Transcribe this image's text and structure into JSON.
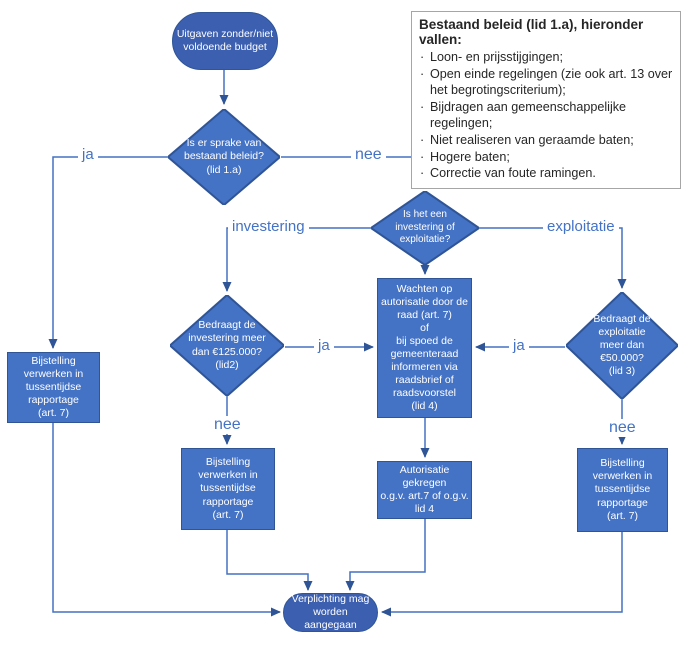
{
  "colors": {
    "shape_fill": "#4472C4",
    "shape_border": "#2F5597",
    "terminator_fill": "#3C5FB0",
    "line": "#4472C4",
    "arrowhead": "#2F5597",
    "edge_label_text": "#4472C4",
    "info_box_border": "#A6A6A6",
    "node_text": "#FFFFFF"
  },
  "info_box": {
    "title": "Bestaand beleid (lid 1.a), hieronder vallen:",
    "items": [
      "Loon- en prijsstijgingen;",
      "Open einde regelingen (zie ook art. 13 over het begrotingscriterium);",
      "Bijdragen aan gemeenschappelijke regelingen;",
      "Niet realiseren van geraamde baten;",
      "Hogere baten;",
      "Correctie van foute ramingen."
    ]
  },
  "nodes": {
    "start": {
      "label": "Uitgaven zonder/niet\nvoldoende budget"
    },
    "check_bestaand_beleid": {
      "label": "Is er sprake van\nbestaand beleid?\n(lid 1.a)"
    },
    "check_invest_of_exploit": {
      "label": "Is het een\ninvestering of\nexploitatie?"
    },
    "check_investering": {
      "label": "Bedraagt de\ninvestering meer\ndan €125.000?\n(lid2)"
    },
    "check_exploitatie": {
      "label": "Bedraagt de\nexploitatie\nmeer  dan\n€50.000?\n(lid 3)"
    },
    "wachten_autorisatie": {
      "label": "Wachten op\nautorisatie door de\nraad (art. 7)\nof\nbij spoed de\ngemeenteraad\ninformeren via\nraadsbrief of\nraadsvoorstel\n(lid 4)"
    },
    "bijstelling_links": {
      "label": "Bijstelling\nverwerken in\ntussentijdse\nrapportage\n(art. 7)"
    },
    "bijstelling_midden": {
      "label": "Bijstelling\nverwerken in\ntussentijdse\nrapportage\n(art. 7)"
    },
    "autorisatie_gekregen": {
      "label": "Autorisatie\ngekregen\no.g.v.  art.7 of o.g.v.\nlid 4"
    },
    "bijstelling_rechts": {
      "label": "Bijstelling\nverwerken in\ntussentijdse\nrapportage\n(art. 7)"
    },
    "einde": {
      "label": "Verplichting mag\nworden aangegaan"
    }
  },
  "edge_labels": {
    "ja_bestaand": "ja",
    "nee_bestaand": "nee",
    "investering": "investering",
    "exploitatie": "exploitatie",
    "ja_investering": "ja",
    "ja_exploitatie": "ja",
    "nee_investering": "nee",
    "nee_exploitatie": "nee"
  }
}
